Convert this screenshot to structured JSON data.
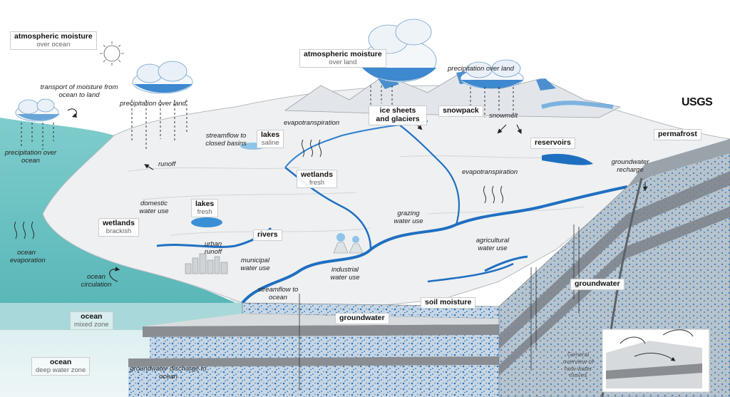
{
  "logo": "USGS",
  "boxes": {
    "atm_ocean": {
      "title": "atmospheric moisture",
      "sub": "over ocean"
    },
    "atm_land": {
      "title": "atmospheric moisture",
      "sub": "over land"
    },
    "lakes_saline": {
      "title": "lakes",
      "sub": "saline"
    },
    "lakes_fresh": {
      "title": "lakes",
      "sub": "fresh"
    },
    "wetlands_fresh": {
      "title": "wetlands",
      "sub": "fresh"
    },
    "wetlands_brackish": {
      "title": "wetlands",
      "sub": "brackish"
    },
    "ice_sheets": {
      "title": "ice sheets and glaciers"
    },
    "snowpack": {
      "title": "snowpack"
    },
    "reservoirs": {
      "title": "reservoirs"
    },
    "permafrost": {
      "title": "permafrost"
    },
    "rivers": {
      "title": "rivers"
    },
    "soil_moisture": {
      "title": "soil moisture"
    },
    "groundwater_front": {
      "title": "groundwater"
    },
    "groundwater_side": {
      "title": "groundwater"
    },
    "ocean_mixed": {
      "title": "ocean",
      "sub": "mixed zone"
    },
    "ocean_deep": {
      "title": "ocean",
      "sub": "deep water zone"
    }
  },
  "labels": {
    "transport": "transport of moisture from ocean to land",
    "precip_land_left": "precipitation over land",
    "precip_land_right": "precipitation over land",
    "precip_ocean": "precipitation over ocean",
    "runoff": "runoff",
    "streamflow_basins": "streamflow to closed basins",
    "evapotranspiration_left": "evapotranspiration",
    "evapotranspiration_right": "evapotranspiration",
    "snowmelt": "snowmelt",
    "gw_recharge": "groundwater recharge",
    "domestic": "domestic water use",
    "grazing": "grazing water use",
    "agricultural": "agricultural water use",
    "urban_runoff": "urban runoff",
    "municipal": "municipal water use",
    "industrial": "industrial water use",
    "streamflow_ocean": "streamflow to ocean",
    "ocean_evap": "ocean evaporation",
    "ocean_circ": "ocean circulation",
    "gw_discharge": "groundwater discharge to ocean"
  },
  "inset_caption": "General overview of how water moves",
  "colors": {
    "ocean": "#6cc2c3",
    "deep_ocean": "#b7dee0",
    "river": "#1f6fc1",
    "water": "#3a8fd6",
    "land": "#eef0f1",
    "soil_dark": "#8a8e93"
  }
}
